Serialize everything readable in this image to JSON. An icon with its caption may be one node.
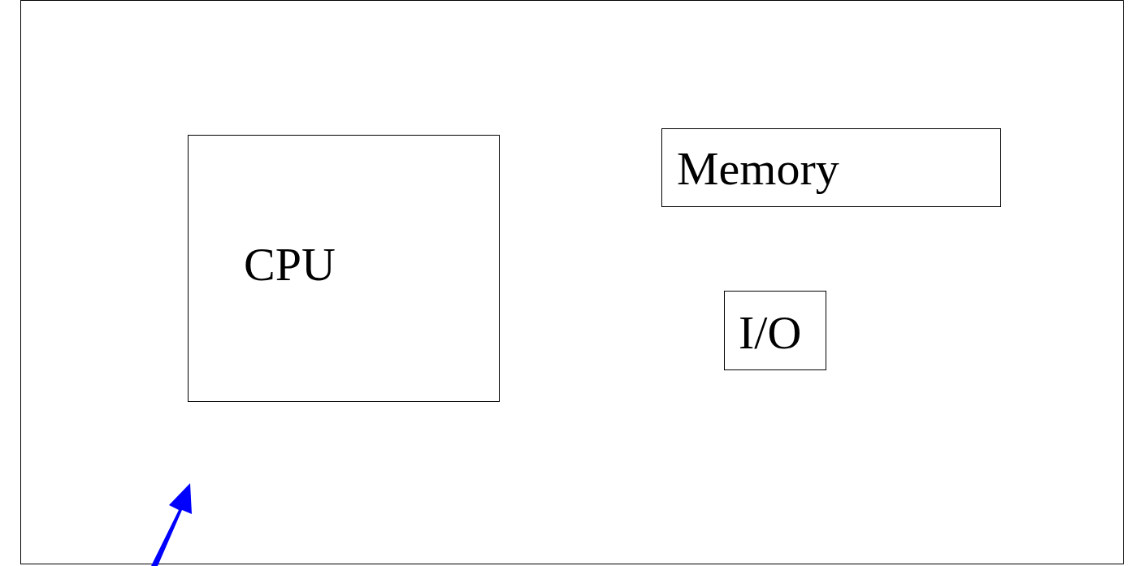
{
  "diagram": {
    "nodes": [
      {
        "text": [],
        "shape": "box"
      },
      {
        "text": [
          "CPU"
        ],
        "in": 0
      },
      {
        "text": [
          "Memory"
        ],
        "in": 0
      },
      {
        "text": [
          "I/O"
        ],
        "in": 0
      }
    ]
  }
}
